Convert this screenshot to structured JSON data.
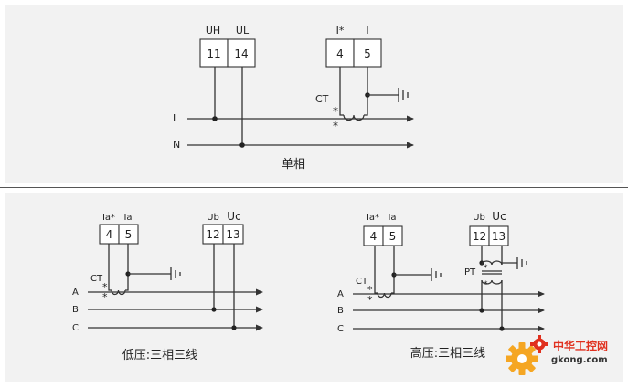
{
  "single_phase": {
    "caption": "单相",
    "terminals": [
      {
        "label": "UH",
        "number": "11"
      },
      {
        "label": "UL",
        "number": "14"
      },
      {
        "label": "I*",
        "number": "4"
      },
      {
        "label": "I",
        "number": "5"
      }
    ],
    "ct_label": "CT",
    "polarity_mark": "*",
    "lines": [
      "L",
      "N"
    ]
  },
  "low_voltage": {
    "caption": "低压:三相三线",
    "terminals": [
      {
        "label": "Ia*",
        "number": "4"
      },
      {
        "label": "Ia",
        "number": "5"
      },
      {
        "label": "Ub",
        "number": "12"
      },
      {
        "label": "Uc",
        "number": "13"
      }
    ],
    "ct_label": "CT",
    "polarity_mark": "*",
    "lines": [
      "A",
      "B",
      "C"
    ]
  },
  "high_voltage": {
    "caption": "高压:三相三线",
    "terminals": [
      {
        "label": "Ia*",
        "number": "4"
      },
      {
        "label": "Ia",
        "number": "5"
      },
      {
        "label": "Ub",
        "number": "12"
      },
      {
        "label": "Uc",
        "number": "13"
      }
    ],
    "ct_label": "CT",
    "pt_label": "PT",
    "polarity_mark": "*",
    "lines": [
      "A",
      "B",
      "C"
    ]
  },
  "watermark": {
    "text": "中华工控网",
    "url": "gkong.com",
    "gear_icon": "gear-icon"
  },
  "colors": {
    "panel": "#f2f2f2",
    "line": "#333333",
    "watermark_red": "#e0301e",
    "watermark_gear": "#f5a623"
  }
}
